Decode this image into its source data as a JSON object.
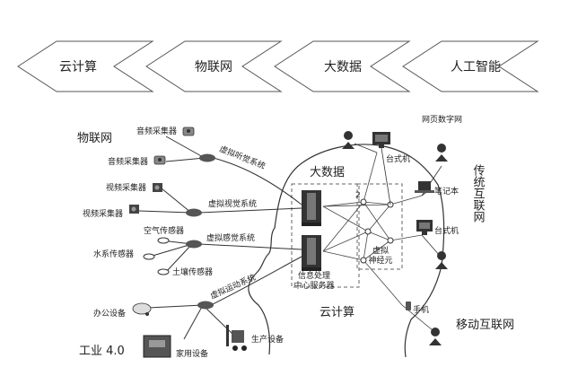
{
  "banner": {
    "items": [
      "云计算",
      "物联网",
      "大数据",
      "人工智能"
    ]
  },
  "regions": {
    "iot": "物联网",
    "bigdata": "大数据",
    "cloud": "云计算",
    "traditional_internet": "传统互联网",
    "mobile_internet": "移动互联网",
    "industry": "工业 4.0",
    "webpage_person": "网页数字网"
  },
  "iot_devices": {
    "audio1": "音频采集器",
    "audio2": "音频采集器",
    "video1": "视频采集器",
    "video2": "视频采集器",
    "air_sensor": "空气传感器",
    "water_sensor": "水系传感器",
    "soil_sensor": "土壤传感器",
    "office_device": "办公设备",
    "home_device": "家用设备",
    "production_device": "生产设备"
  },
  "channels": {
    "hearing": "虚拟听觉系统",
    "vision": "虚拟视觉系统",
    "sensing": "虚拟感觉系统",
    "motion": "虚拟运动系统"
  },
  "brain": {
    "server_label_1": "信息处理",
    "server_label_2": "中心服务器",
    "neuron_label_1": "虚拟",
    "neuron_label_2": "神经元",
    "neuron_number": "2"
  },
  "internet_devices": {
    "desktop1": "台式机",
    "laptop": "笔记本",
    "desktop2": "台式机",
    "phone": "手机"
  }
}
